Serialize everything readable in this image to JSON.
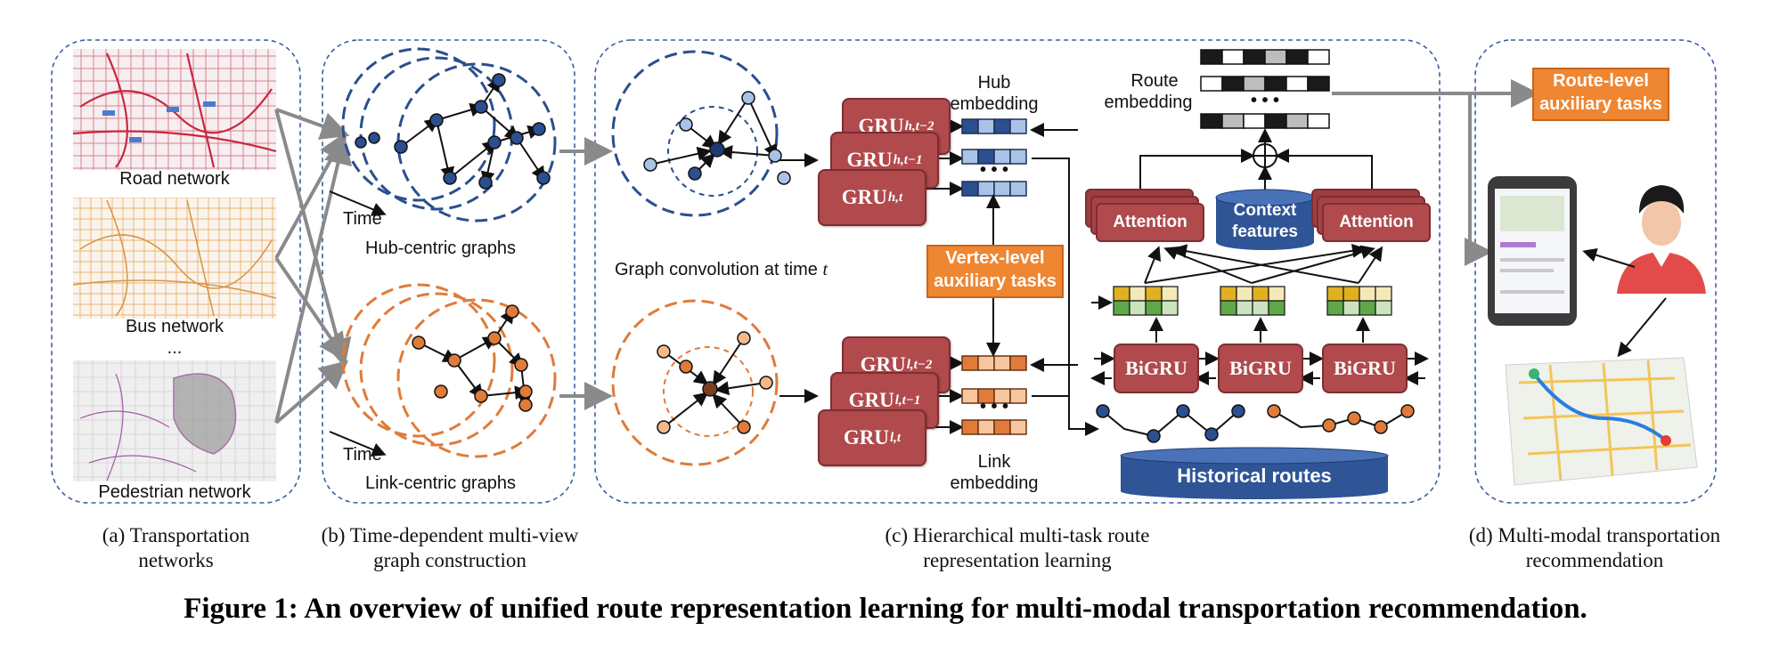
{
  "panel_a": {
    "road_label": "Road network",
    "bus_label": "Bus network",
    "ellipsis": "...",
    "ped_label": "Pedestrian network",
    "caption_line1": "(a) Transportation",
    "caption_line2": "networks"
  },
  "panel_b": {
    "time_top": "Time",
    "hub_label": "Hub-centric graphs",
    "time_bottom": "Time",
    "link_label": "Link-centric graphs",
    "caption_line1": "(b) Time-dependent multi-view",
    "caption_line2": "graph construction"
  },
  "panel_c": {
    "graph_conv_label": "Graph convolution at time",
    "graph_conv_var": "t",
    "gru_h": [
      {
        "base": "GRU",
        "sup": "h,t−2"
      },
      {
        "base": "GRU",
        "sup": "h,t−1"
      },
      {
        "base": "GRU",
        "sup": "h,t"
      }
    ],
    "gru_l": [
      {
        "base": "GRU",
        "sup": "l,t−2"
      },
      {
        "base": "GRU",
        "sup": "l,t−1"
      },
      {
        "base": "GRU",
        "sup": "l,t"
      }
    ],
    "hub_emb_line1": "Hub",
    "hub_emb_line2": "embedding",
    "link_emb_line1": "Link",
    "link_emb_line2": "embedding",
    "vertex_tasks_line1": "Vertex-level",
    "vertex_tasks_line2": "auxiliary tasks",
    "route_emb_line1": "Route",
    "route_emb_line2": "embedding",
    "emb_dots": "• • •",
    "attention": "Attention",
    "context_line1": "Context",
    "context_line2": "features",
    "bigru": "BiGRU",
    "historical_routes": "Historical routes",
    "oplus": "⊕",
    "caption_line1": "(c) Hierarchical multi-task route",
    "caption_line2": "representation learning"
  },
  "panel_d": {
    "route_tasks_line1": "Route-level",
    "route_tasks_line2": "auxiliary tasks",
    "caption_line1": "(d) Multi-modal transportation",
    "caption_line2": "recommendation"
  },
  "figure_caption": "Figure 1: An overview of unified route representation learning for multi-modal transportation recommendation.",
  "colors": {
    "hub_blue": "#2b4f8f",
    "link_orange": "#e07b39",
    "gru_red": "#b04a4c",
    "task_orange": "#ee8632",
    "panel_border": "#3d5ea3"
  }
}
